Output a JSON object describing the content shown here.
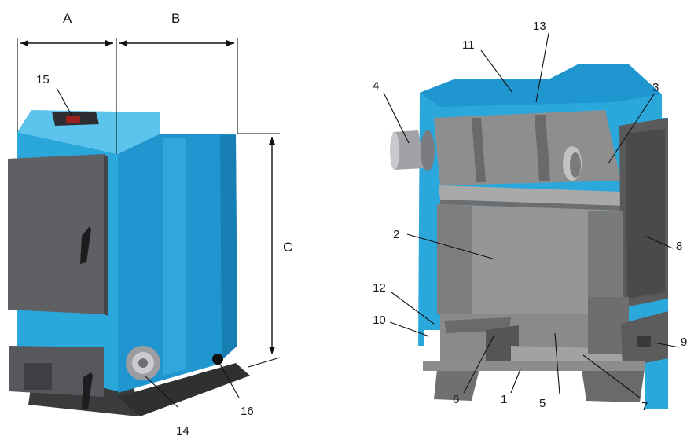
{
  "colors": {
    "boiler_blue": "#2aa8dc",
    "boiler_blue_dark": "#1787bd",
    "boiler_blue_light": "#5cc4ec",
    "door_gray": "#5e6063",
    "inner_gray": "#8e8e8e",
    "inner_gray_light": "#a9a9a9",
    "inner_gray_dark": "#5a5a5a"
  },
  "dimensions": {
    "a": "A",
    "b": "B",
    "c": "C"
  },
  "left_labels": {
    "l15": "15",
    "l14": "14",
    "l16": "16"
  },
  "right_labels": {
    "l1": "1",
    "l2": "2",
    "l3": "3",
    "l4": "4",
    "l5": "5",
    "l6": "6",
    "l7": "7",
    "l8": "8",
    "l9": "9",
    "l10": "10",
    "l11": "11",
    "l12": "12",
    "l13": "13"
  }
}
